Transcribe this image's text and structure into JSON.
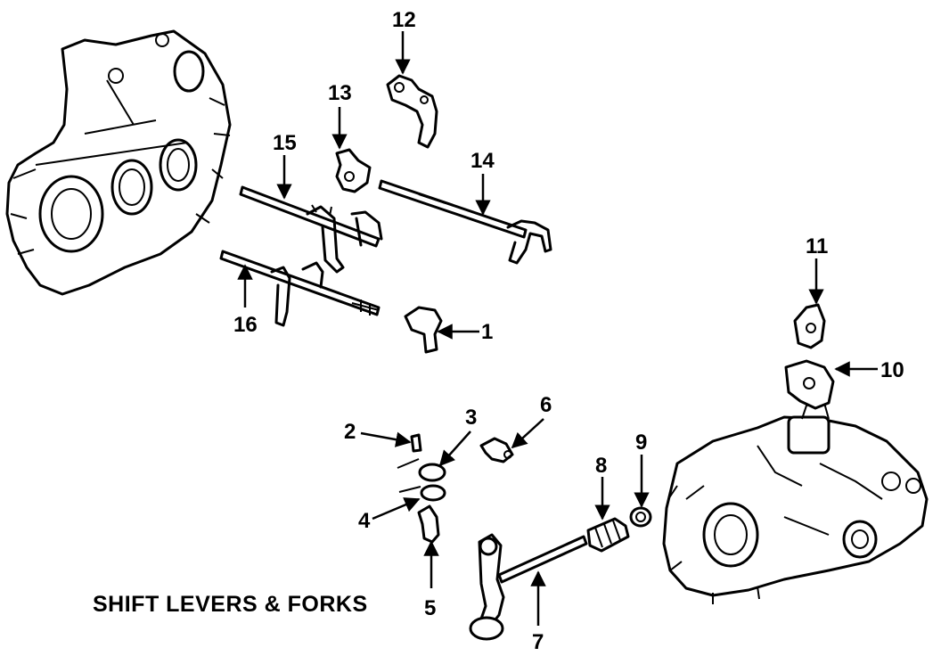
{
  "caption": "SHIFT LEVERS & FORKS",
  "callouts": {
    "c1": "1",
    "c2": "2",
    "c3": "3",
    "c4": "4",
    "c5": "5",
    "c6": "6",
    "c7": "7",
    "c8": "8",
    "c9": "9",
    "c10": "10",
    "c11": "11",
    "c12": "12",
    "c13": "13",
    "c14": "14",
    "c15": "15",
    "c16": "16"
  }
}
